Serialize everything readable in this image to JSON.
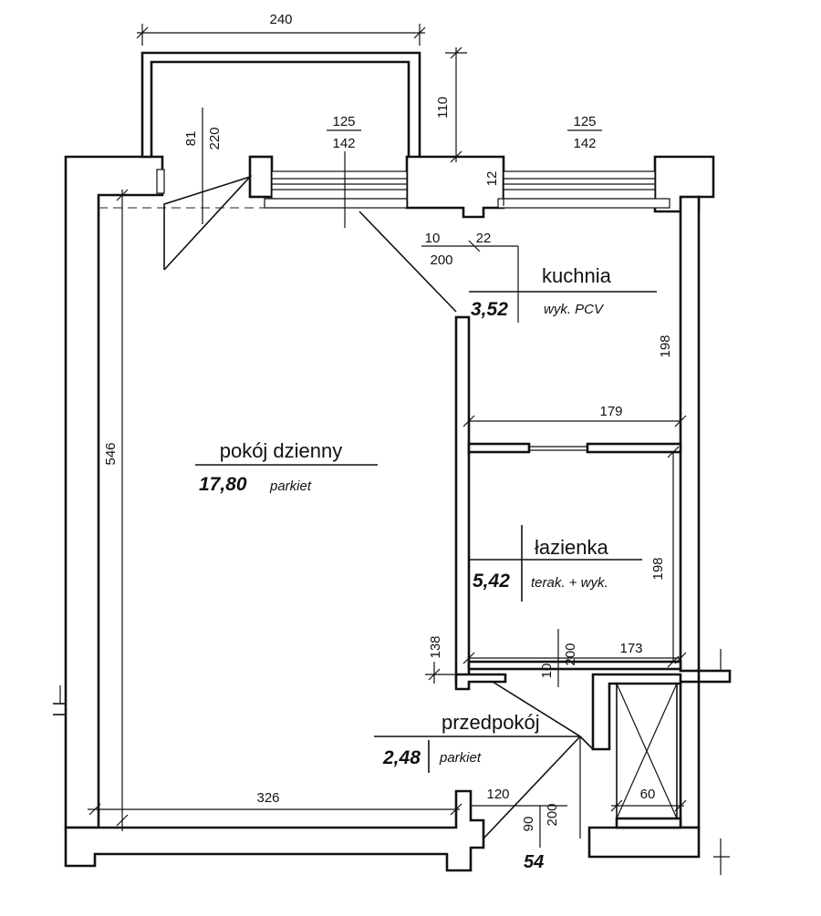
{
  "rooms": {
    "living": {
      "name": "pokój dzienny",
      "area": "17,80",
      "material": "parkiet"
    },
    "kitchen": {
      "name": "kuchnia",
      "area": "3,52",
      "material": "wyk. PCV"
    },
    "bathroom": {
      "name": "łazienka",
      "area": "5,42",
      "material": "terak. + wyk."
    },
    "hall": {
      "name": "przedpokój",
      "area": "2,48",
      "material": "parkiet"
    }
  },
  "dimensions": {
    "balcony_width": "240",
    "balcony_depth": "110",
    "balcony_door_height": "220",
    "balcony_door_width": "81",
    "window_left_width": "125",
    "window_left_height": "142",
    "window_right_width": "125",
    "window_right_height": "142",
    "window_sill": "12",
    "kitchen_door_width": "10",
    "kitchen_door_height": "200",
    "kitchen_wall": "22",
    "kitchen_depth": "198",
    "kitchen_width": "179",
    "living_length": "546",
    "living_width": "326",
    "bath_depth": "198",
    "bath_width": "173",
    "bath_door_width": "10",
    "bath_door_height": "200",
    "hall_wall": "138",
    "entry_width": "120",
    "entry_door_width": "90",
    "entry_door_height": "200",
    "shaft_width": "60"
  },
  "apartment_number": "54"
}
